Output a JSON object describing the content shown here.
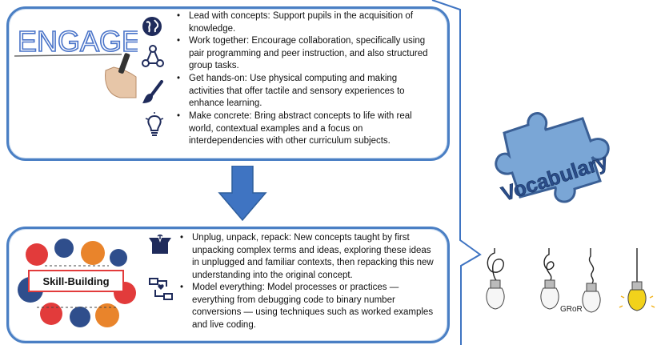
{
  "engage": {
    "logo_text": "ENGAGE",
    "items": [
      {
        "icon": "globe-icon",
        "text": "Lead with concepts: Support pupils in the acquisition of knowledge."
      },
      {
        "icon": "network-icon",
        "text": "Work together: Encourage collaboration, specifically using pair programming and peer instruction, and also structured group tasks."
      },
      {
        "icon": "paintbrush-icon",
        "text": "Get hands-on: Use physical computing and making activities that offer tactile and sensory experiences to enhance learning."
      },
      {
        "icon": "lightbulb-icon",
        "text": "Make concrete: Bring abstract concepts to life with real world, contextual examples and a focus on interdependencies with other curriculum subjects."
      }
    ]
  },
  "skill": {
    "badge_text": "Skill-Building",
    "items": [
      {
        "icon": "open-box-icon",
        "text": "Unplug, unpack, repack: New concepts taught by first unpacking complex terms and ideas, exploring these ideas in unplugged and familiar contexts, then repacking this new understanding into the original concept."
      },
      {
        "icon": "process-flow-icon",
        "text": "Model everything: Model processes or practices — everything from debugging code to binary number conversions — using techniques such as worked examples and live coding."
      }
    ]
  },
  "vocabulary": {
    "label": "Vocabulary"
  },
  "gror": {
    "label": "GRoR"
  },
  "colors": {
    "border": "#4a7fc4",
    "arrow": "#3f74c2",
    "puzzle": "#7aa6d6",
    "icon": "#1f2b5b",
    "bulb_lit": "#f2d21b"
  }
}
